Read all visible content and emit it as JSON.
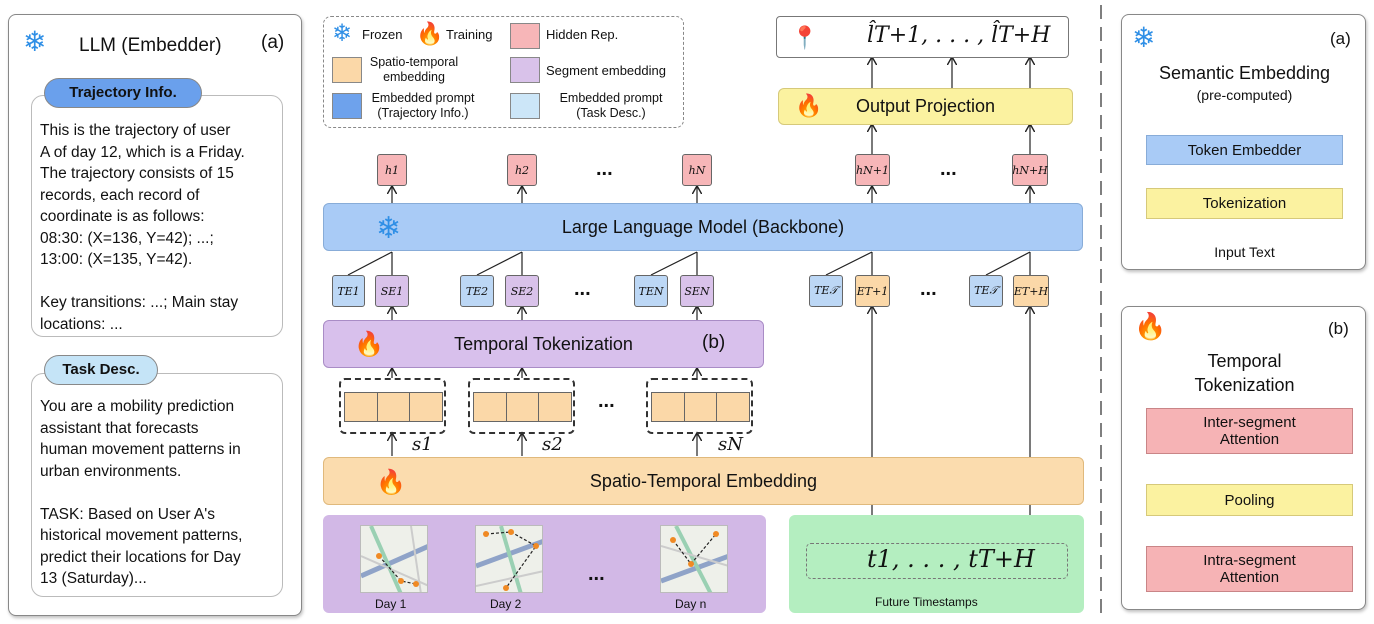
{
  "left_panel": {
    "title": "LLM (Embedder)",
    "tag": "(a)",
    "traj_pill": "Trajectory Info.",
    "traj_lines": [
      "This is the trajectory of user",
      "A of day 12, which is a Friday.",
      "The trajectory consists of 15",
      "records, each record of",
      "coordinate is as follows:",
      "08:30: (X=136, Y=42); ...;",
      "13:00: (X=135, Y=42).",
      "",
      "Key transitions: ...; Main stay",
      "locations: ..."
    ],
    "task_pill": "Task Desc.",
    "task_lines": [
      "You are a mobility prediction",
      "assistant that forecasts",
      "human movement patterns in",
      "urban environments.",
      "",
      "TASK: Based on User A's",
      "historical movement patterns,",
      "predict their locations for Day",
      "13 (Saturday)..."
    ]
  },
  "legend": {
    "frozen": "Frozen",
    "training": "Training",
    "hidden": "Hidden Rep.",
    "st_embed": [
      "Spatio-temporal",
      "embedding"
    ],
    "seg_embed": "Segment embedding",
    "prompt_traj": [
      "Embedded prompt",
      "(Trajectory Info.)"
    ],
    "prompt_task": [
      "Embedded prompt",
      "(Task Desc.)"
    ]
  },
  "center": {
    "output_seq": "l̂T+1, . . . , l̂T+H",
    "output_proj": "Output Projection",
    "llm": "Large Language Model (Backbone)",
    "temporal_tok": "Temporal Tokenization",
    "temporal_tag": "(b)",
    "st_embedding": "Spatio-Temporal Embedding",
    "hidden": [
      "h1",
      "h2",
      "hN",
      "hN+1",
      "hN+H"
    ],
    "te": [
      "TE1",
      "TE2",
      "TEN",
      "TE𝒯",
      "TE𝒯"
    ],
    "se": [
      "SE1",
      "SE2",
      "SEN"
    ],
    "e": [
      "ET+1",
      "ET+H"
    ],
    "segments": [
      "s1",
      "s2",
      "sN"
    ],
    "days": [
      "Day 1",
      "Day 2",
      "Day n"
    ],
    "ellipsis": "...",
    "future_seq": "t1, . . . , tT+H",
    "future_label": "Future Timestamps"
  },
  "right_a": {
    "tag": "(a)",
    "title": "Semantic Embedding",
    "subtitle": "(pre-computed)",
    "token_embedder": "Token Embedder",
    "tokenization": "Tokenization",
    "input": "Input Text"
  },
  "right_b": {
    "tag": "(b)",
    "title_lines": [
      "Temporal",
      "Tokenization"
    ],
    "inter": [
      "Inter-segment",
      "Attention"
    ],
    "pooling": "Pooling",
    "intra": [
      "Intra-segment",
      "Attention"
    ]
  },
  "colors": {
    "blue_bar": "#a9cbf6",
    "purple_bar": "#d8c0ec",
    "orange_bar": "#fbdcae",
    "yellow": "#fbf2a0",
    "pink": "#f6b3b5",
    "green": "#b4eec0",
    "map_purple": "#d2b8e6",
    "snowflake": "#2f8fe6",
    "flame": "#f26a1b"
  }
}
